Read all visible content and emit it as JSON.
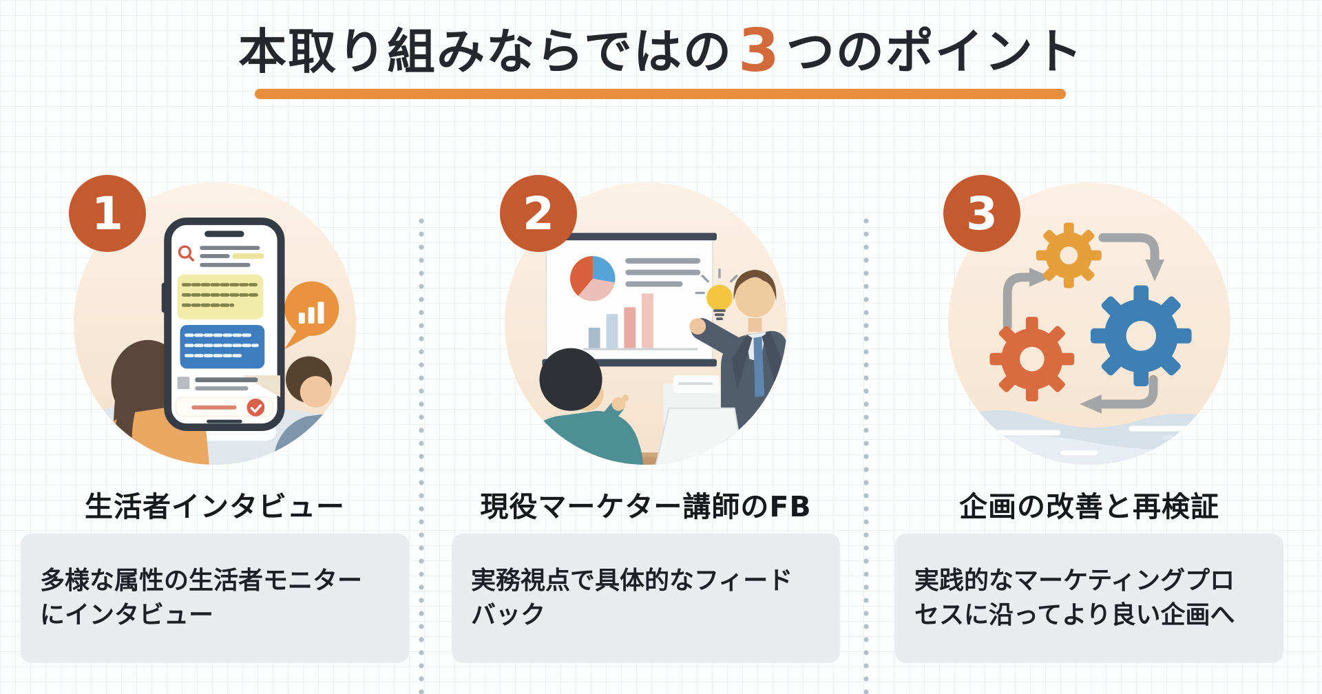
{
  "header": {
    "title_prefix": "本取り組みならではの",
    "title_number": "3",
    "title_suffix": "つのポイント",
    "number_color": "#d2693b",
    "underline_color": "#e78e3c"
  },
  "cards": [
    {
      "number": "1",
      "title": "生活者インタビュー",
      "description_lines": [
        "多様な属性の生活者モニター",
        "にインタビュー"
      ],
      "illustration": "smartphone-chat-interview",
      "badge_color": "#c45a2e"
    },
    {
      "number": "2",
      "title": "現役マーケター講師のFB",
      "description_lines": [
        "実務視点で具体的なフィード",
        "バック"
      ],
      "illustration": "instructor-presentation-feedback",
      "badge_color": "#c45a2e"
    },
    {
      "number": "3",
      "title": "企画の改善と再検証",
      "description_lines": [
        "実践的なマーケティングプロ",
        "セスに沿ってより良い企画へ"
      ],
      "illustration": "gears-improvement-cycle",
      "badge_color": "#c45a2e"
    }
  ]
}
